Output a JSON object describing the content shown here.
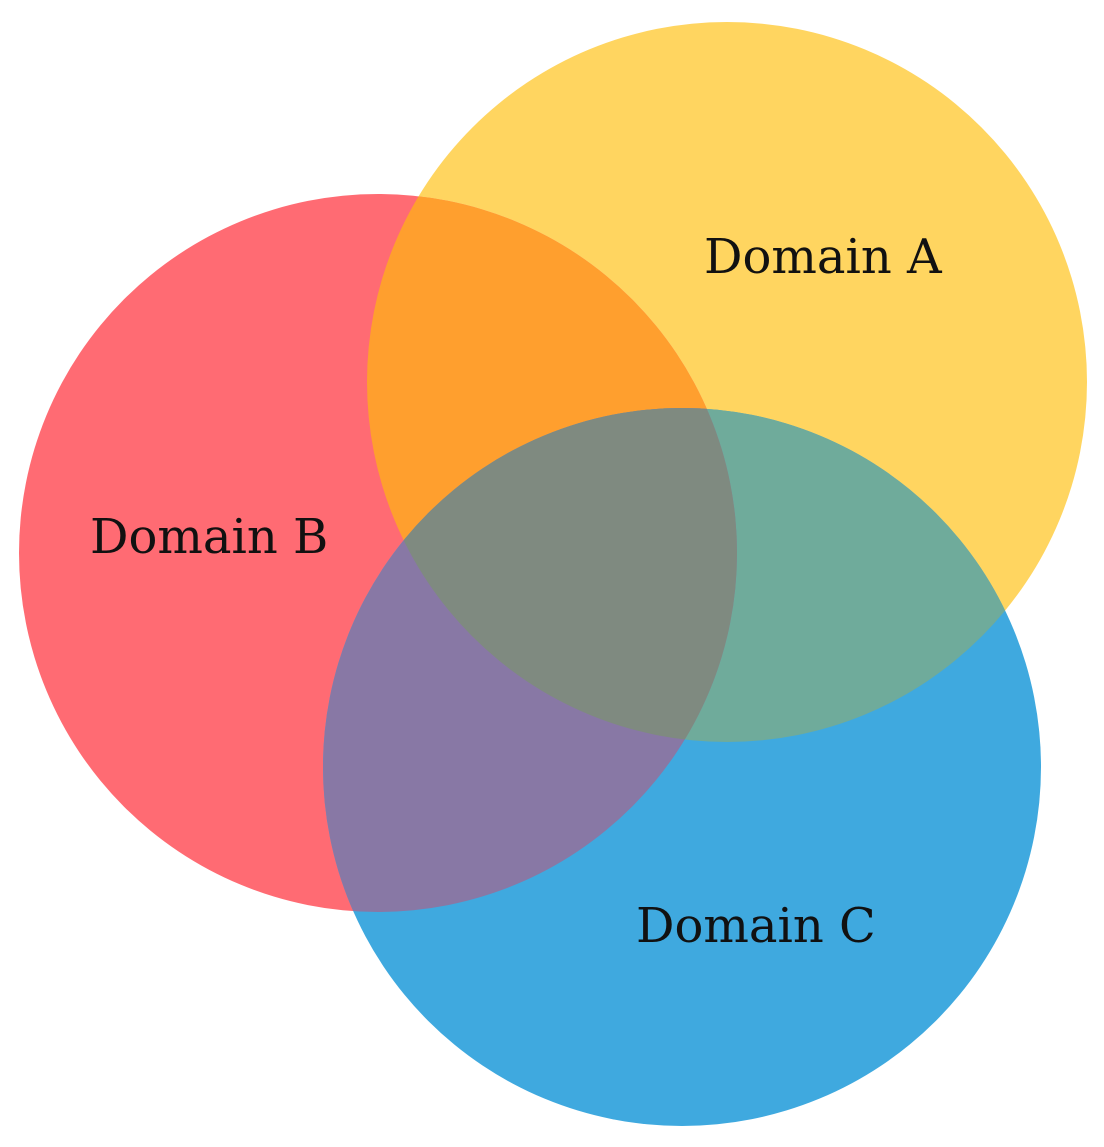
{
  "diagram": {
    "type": "venn",
    "sets": [
      {
        "id": "a",
        "label": "Domain A",
        "color": "#FFD560"
      },
      {
        "id": "b",
        "label": "Domain B",
        "color": "#FF6B73"
      },
      {
        "id": "c",
        "label": "Domain C",
        "color": "#3FA9DF"
      }
    ],
    "overlap_colors": {
      "a_b": "#FF9F2E",
      "a_c": "#6FAB9B",
      "b_c": "#8878A5",
      "a_b_c": "#7F8A80"
    }
  }
}
